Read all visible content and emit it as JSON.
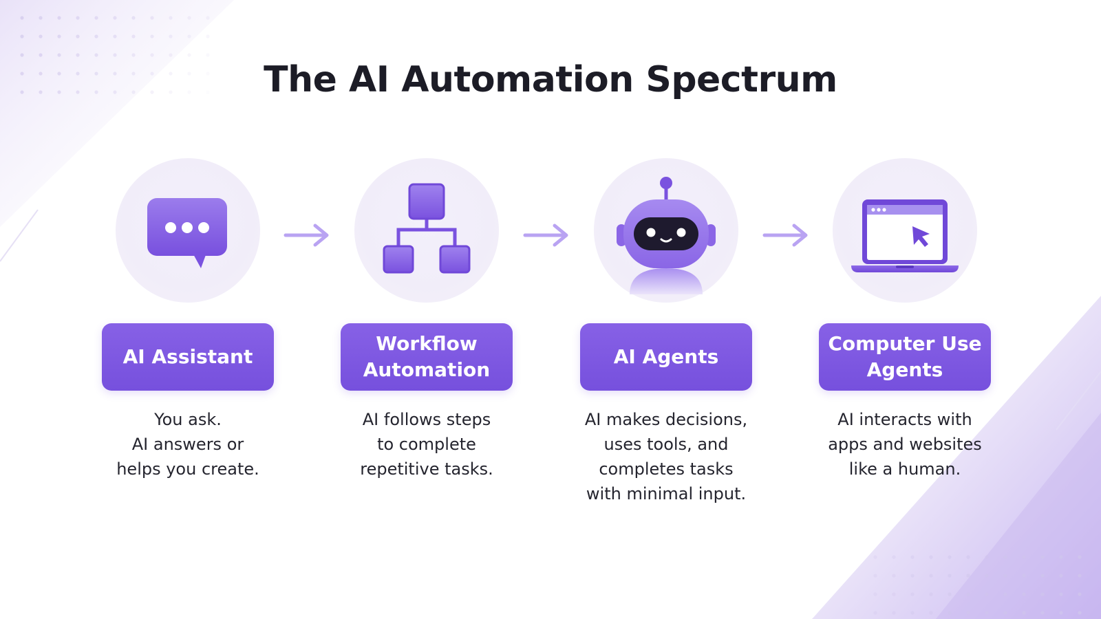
{
  "title": "The AI Automation Spectrum",
  "colors": {
    "accent": "#7b55e0",
    "accent_light": "#b9a3f2",
    "circle_bg": "#f2eefa",
    "text": "#1c1c26"
  },
  "stages": [
    {
      "label_lines": [
        "AI Assistant"
      ],
      "description_lines": [
        "You ask.",
        "AI answers or",
        "helps you create."
      ],
      "icon": "chat-bubble-icon"
    },
    {
      "label_lines": [
        "Workflow",
        "Automation"
      ],
      "description_lines": [
        "AI follows steps",
        "to complete",
        "repetitive tasks."
      ],
      "icon": "workflow-tree-icon"
    },
    {
      "label_lines": [
        "AI Agents"
      ],
      "description_lines": [
        "AI makes decisions,",
        "uses tools, and",
        "completes tasks",
        "with minimal input."
      ],
      "icon": "robot-icon"
    },
    {
      "label_lines": [
        "Computer Use",
        "Agents"
      ],
      "description_lines": [
        "AI interacts with",
        "apps and websites",
        "like a human."
      ],
      "icon": "laptop-cursor-icon"
    }
  ],
  "connectors": [
    "arrow-right-icon",
    "arrow-right-icon",
    "arrow-right-icon"
  ]
}
